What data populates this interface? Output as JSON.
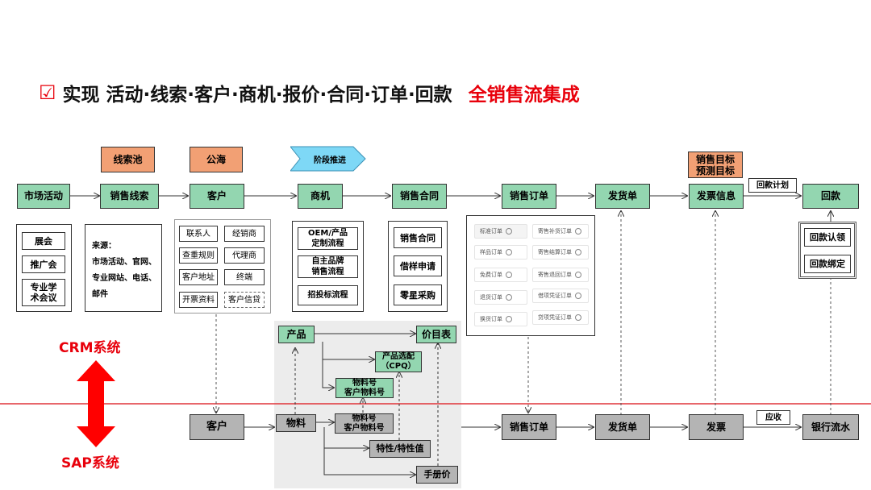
{
  "title": {
    "check": "☑",
    "main": "实现 活动·线索·客户·商机·报价·合同·订单·回款",
    "accent": "全销售流集成",
    "accent_color": "#e8000b"
  },
  "tags": {
    "pool": "线索池",
    "sea": "公海",
    "stage": "阶段推进",
    "target": "销售目标\n预测目标",
    "plan": "回款计划",
    "ar": "应收"
  },
  "crm_flow": [
    "市场活动",
    "销售线索",
    "客户",
    "商机",
    "销售合同",
    "销售订单",
    "发货单",
    "发票信息",
    "回款"
  ],
  "sap_flow": {
    "customer": "客户",
    "material": "物料",
    "order": "销售订单",
    "delivery": "发货单",
    "invoice": "发票",
    "bank": "银行流水"
  },
  "market_items": [
    "展会",
    "推广会",
    "专业学\n术会议"
  ],
  "lead_source": "来源：\n市场活动、官网、\n专业网站、电话、\n邮件",
  "customer_items": [
    "联系人",
    "经销商",
    "查重规则",
    "代理商",
    "客户地址",
    "终端",
    "开票资料",
    "客户信贷"
  ],
  "opp_items": [
    "OEM/产品\n定制流程",
    "自主品牌\n销售流程",
    "招投标流程"
  ],
  "contract_items": [
    "销售合同",
    "借样申请",
    "零星采购"
  ],
  "order_items": [
    "标准订单",
    "寄售补货订单",
    "样品订单",
    "寄售结算订单",
    "免费订单",
    "寄售退回订单",
    "退货订单",
    "借项凭证订单",
    "换货订单",
    "贷项凭证订单"
  ],
  "payment_items": [
    "回款认领",
    "回款绑定"
  ],
  "product": {
    "product": "产品",
    "pricelist": "价目表",
    "cpq": "产品选配\n（CPQ）",
    "matno1": "物料号\n客户物料号",
    "matno2": "物料号\n客户物料号",
    "feature": "特性/特性值",
    "manual": "手册价"
  },
  "systems": {
    "crm": "CRM系统",
    "sap": "SAP系统"
  },
  "colors": {
    "green": "#93d6b0",
    "orange": "#f2a074",
    "gray": "#b4b4b4",
    "red": "#e8000b",
    "divider": "#e0353a"
  }
}
